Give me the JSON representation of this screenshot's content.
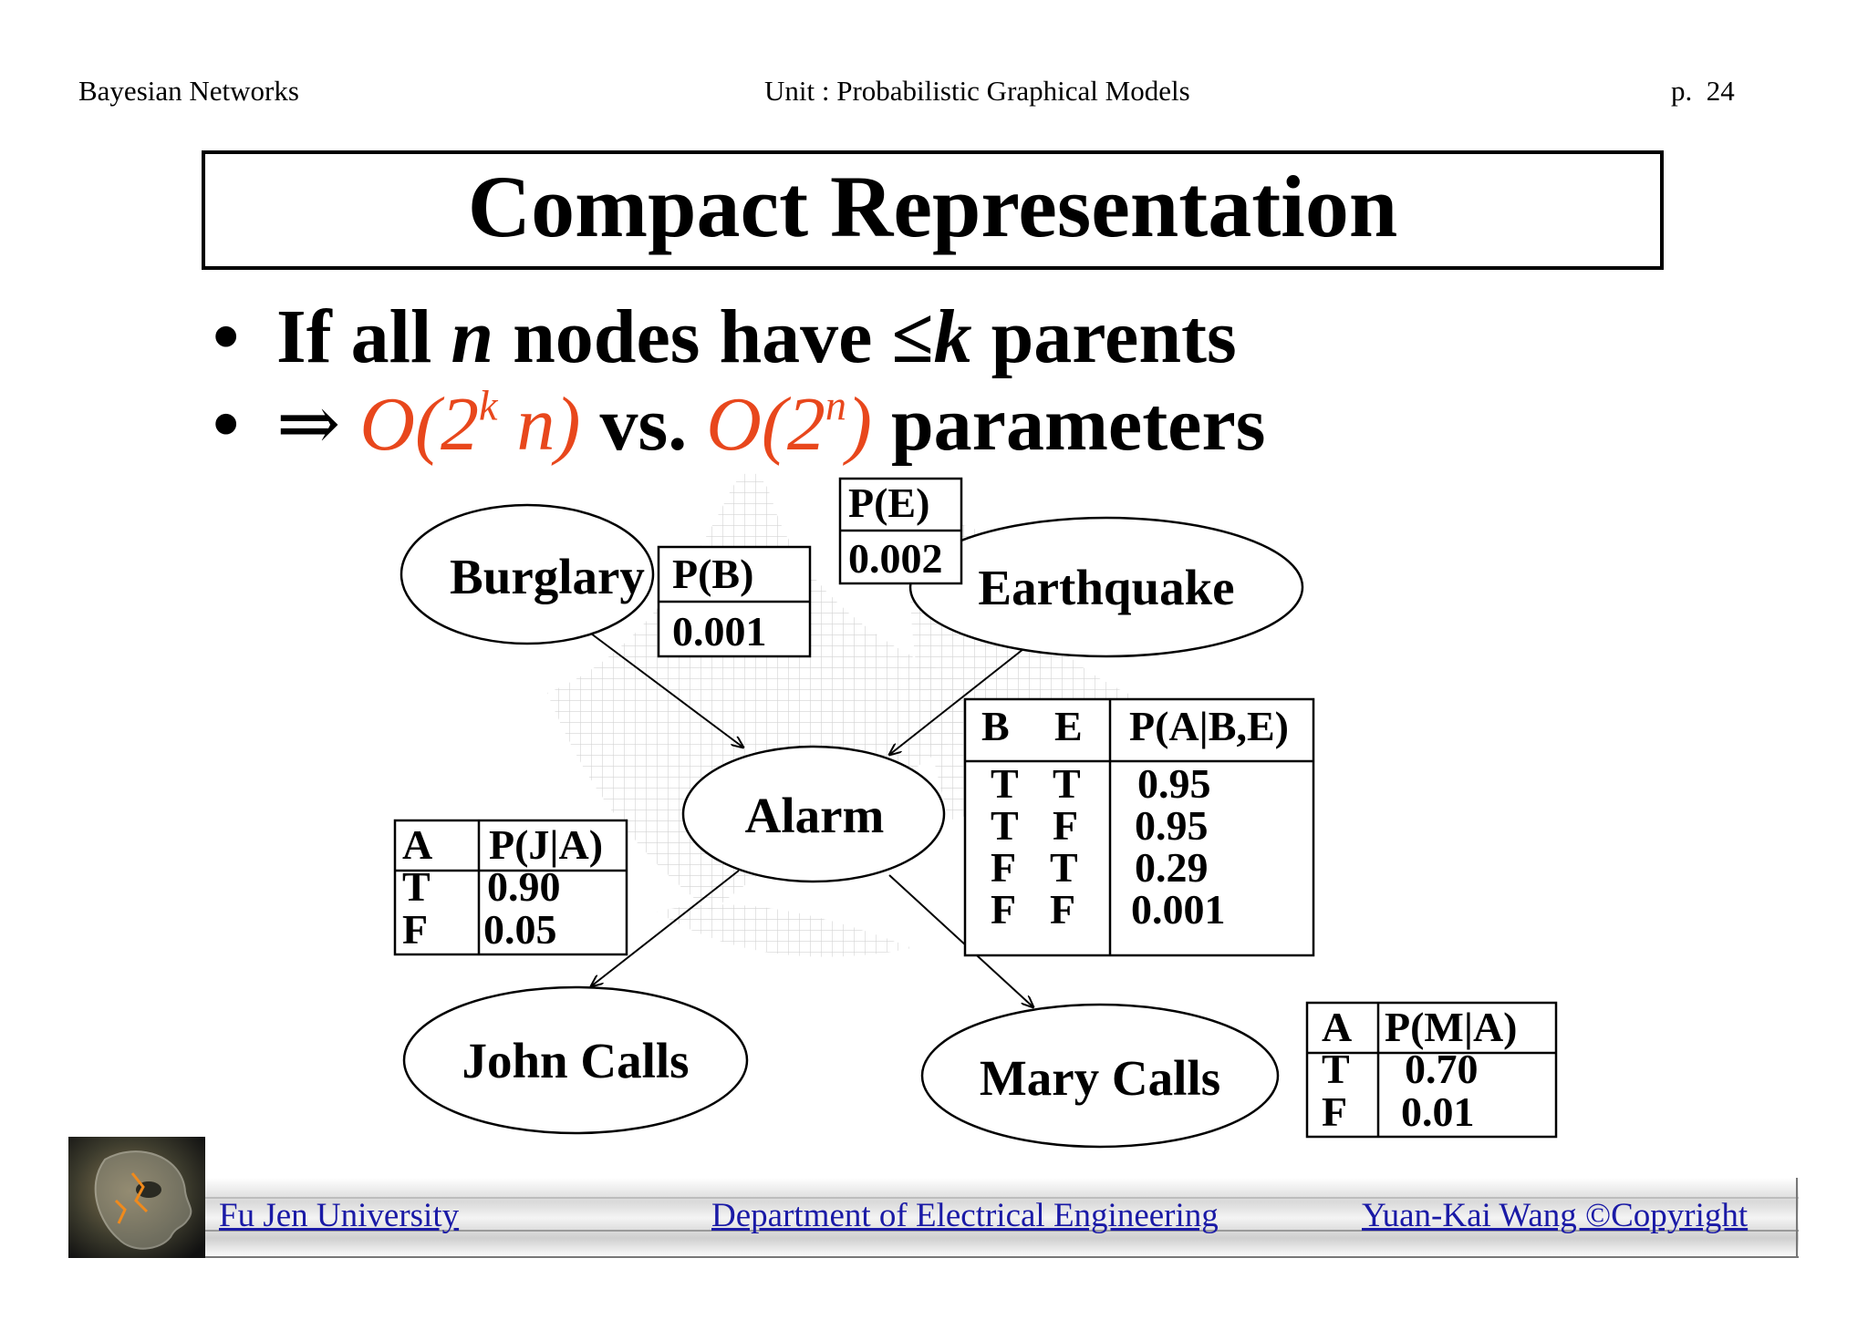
{
  "header": {
    "left": "Bayesian Networks",
    "center": "Unit : Probabilistic Graphical Models",
    "page_prefix": "p.",
    "page_number": "24"
  },
  "title": "Compact Representation",
  "bullets": [
    {
      "pre": "If all ",
      "n": "n",
      "mid": " nodes have ",
      "leq": "≤",
      "k": "k",
      "post": " parents"
    },
    {
      "arrow": "⇒",
      "o1_pre": "O(2",
      "o1_sup": "k",
      "o1_post": " n)",
      "vs": " vs. ",
      "o2_pre": "O(2",
      "o2_sup": "n",
      "o2_post": ")",
      "tail": " parameters"
    }
  ],
  "diagram": {
    "nodes": {
      "burglary": "Burglary",
      "earthquake": "Earthquake",
      "alarm": "Alarm",
      "john": "John Calls",
      "mary": "Mary Calls"
    },
    "cpt_b": {
      "header": "P(B)",
      "value": "0.001"
    },
    "cpt_e": {
      "header": "P(E)",
      "value": "0.002"
    },
    "cpt_a": {
      "headers": [
        "B",
        "E",
        "P(A|B,E)"
      ],
      "rows": [
        [
          "T",
          "T",
          "0.95"
        ],
        [
          "T",
          "F",
          "0.95"
        ],
        [
          "F",
          "T",
          "0.29"
        ],
        [
          "F",
          "F",
          "0.001"
        ]
      ]
    },
    "cpt_j": {
      "headers": [
        "A",
        "P(J|A)"
      ],
      "rows": [
        [
          "T",
          "0.90"
        ],
        [
          "F",
          "0.05"
        ]
      ]
    },
    "cpt_m": {
      "headers": [
        "A",
        "P(M|A)"
      ],
      "rows": [
        [
          "T",
          "0.70"
        ],
        [
          "F",
          "0.01"
        ]
      ]
    }
  },
  "footer": {
    "university": "Fu Jen University",
    "department": "Department of Electrical Engineering",
    "copyright": "Yuan-Kai Wang ©Copyright"
  }
}
